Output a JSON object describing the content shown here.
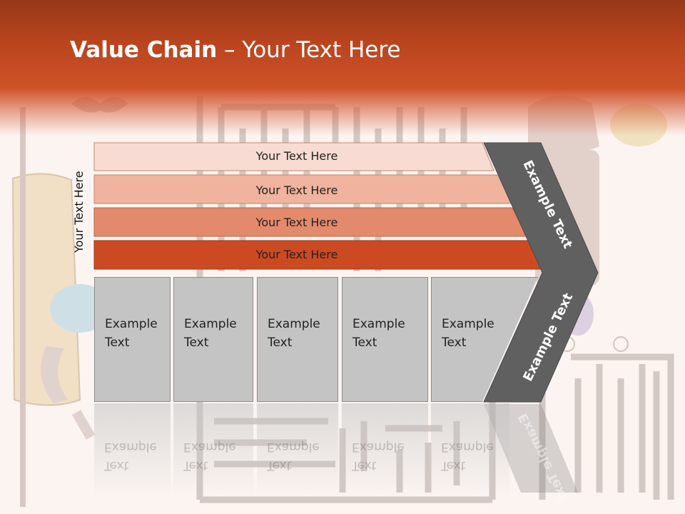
{
  "slide": {
    "title_bold": "Value Chain",
    "title_rest": " – Your Text Here",
    "side_label": "Your Text Here",
    "rows": [
      {
        "label": "Your Text Here",
        "color": "#f8dcd3"
      },
      {
        "label": "Your Text Here",
        "color": "#efb39e"
      },
      {
        "label": "Your Text Here",
        "color": "#e48a6c"
      },
      {
        "label": "Your Text Here",
        "color": "#cc4a22"
      }
    ],
    "boxes": [
      {
        "line1": "Example",
        "line2": "Text"
      },
      {
        "line1": "Example",
        "line2": "Text"
      },
      {
        "line1": "Example",
        "line2": "Text"
      },
      {
        "line1": "Example",
        "line2": "Text"
      },
      {
        "line1": "Example",
        "line2": "Text"
      }
    ],
    "arrow_top_text": "Example Text",
    "arrow_bottom_text": "Example Text",
    "colors": {
      "header": "#c94c22",
      "arrow": "#606060",
      "box": "#c4c4c4"
    }
  }
}
